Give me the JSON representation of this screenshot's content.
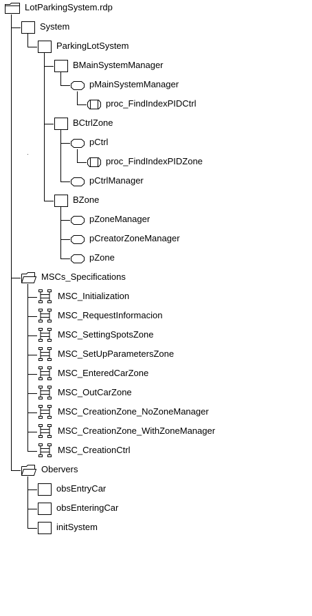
{
  "tree": [
    {
      "label": "LotParkingSystem.rdp",
      "icon": "folder-icon",
      "depth": 0
    },
    {
      "label": "System",
      "icon": "system-block-icon",
      "depth": 1
    },
    {
      "label": "ParkingLotSystem",
      "icon": "system-block-icon",
      "depth": 2
    },
    {
      "label": "BMainSystemManager",
      "icon": "block-icon",
      "depth": 3
    },
    {
      "label": "pMainSystemManager",
      "icon": "process-icon",
      "depth": 4
    },
    {
      "label": "proc_FindIndexPIDCtrl",
      "icon": "procedure-icon",
      "depth": 5
    },
    {
      "label": "BCtrlZone",
      "icon": "block-icon",
      "depth": 3
    },
    {
      "label": "pCtrl",
      "icon": "process-icon",
      "depth": 4
    },
    {
      "label": "proc_FindIndexPIDZone",
      "icon": "procedure-icon",
      "depth": 5
    },
    {
      "label": "pCtrlManager",
      "icon": "process-icon",
      "depth": 4
    },
    {
      "label": "BZone",
      "icon": "block-icon",
      "depth": 3
    },
    {
      "label": "pZoneManager",
      "icon": "process-icon",
      "depth": 4
    },
    {
      "label": "pCreatorZoneManager",
      "icon": "process-icon",
      "depth": 4
    },
    {
      "label": "pZone",
      "icon": "process-icon",
      "depth": 4
    },
    {
      "label": "MSCs_Specifications",
      "icon": "open-folder-icon",
      "depth": 1
    },
    {
      "label": "MSC_Initialization",
      "icon": "msc-icon",
      "depth": 2
    },
    {
      "label": "MSC_RequestInformacion",
      "icon": "msc-icon",
      "depth": 2
    },
    {
      "label": "MSC_SettingSpotsZone",
      "icon": "msc-icon",
      "depth": 2
    },
    {
      "label": "MSC_SetUpParametersZone",
      "icon": "msc-icon",
      "depth": 2
    },
    {
      "label": "MSC_EnteredCarZone",
      "icon": "msc-icon",
      "depth": 2
    },
    {
      "label": "MSC_OutCarZone",
      "icon": "msc-icon",
      "depth": 2
    },
    {
      "label": "MSC_CreationZone_NoZoneManager",
      "icon": "msc-icon",
      "depth": 2
    },
    {
      "label": "MSC_CreationZone_WithZoneManager",
      "icon": "msc-icon",
      "depth": 2
    },
    {
      "label": "MSC_CreationCtrl",
      "icon": "msc-icon",
      "depth": 2
    },
    {
      "label": "Obervers",
      "icon": "open-folder-icon",
      "depth": 1
    },
    {
      "label": "obsEntryCar",
      "icon": "observer-icon",
      "depth": 2
    },
    {
      "label": "obsEnteringCar",
      "icon": "observer-icon",
      "depth": 2
    },
    {
      "label": "initSystem",
      "icon": "observer-icon",
      "depth": 2
    }
  ]
}
